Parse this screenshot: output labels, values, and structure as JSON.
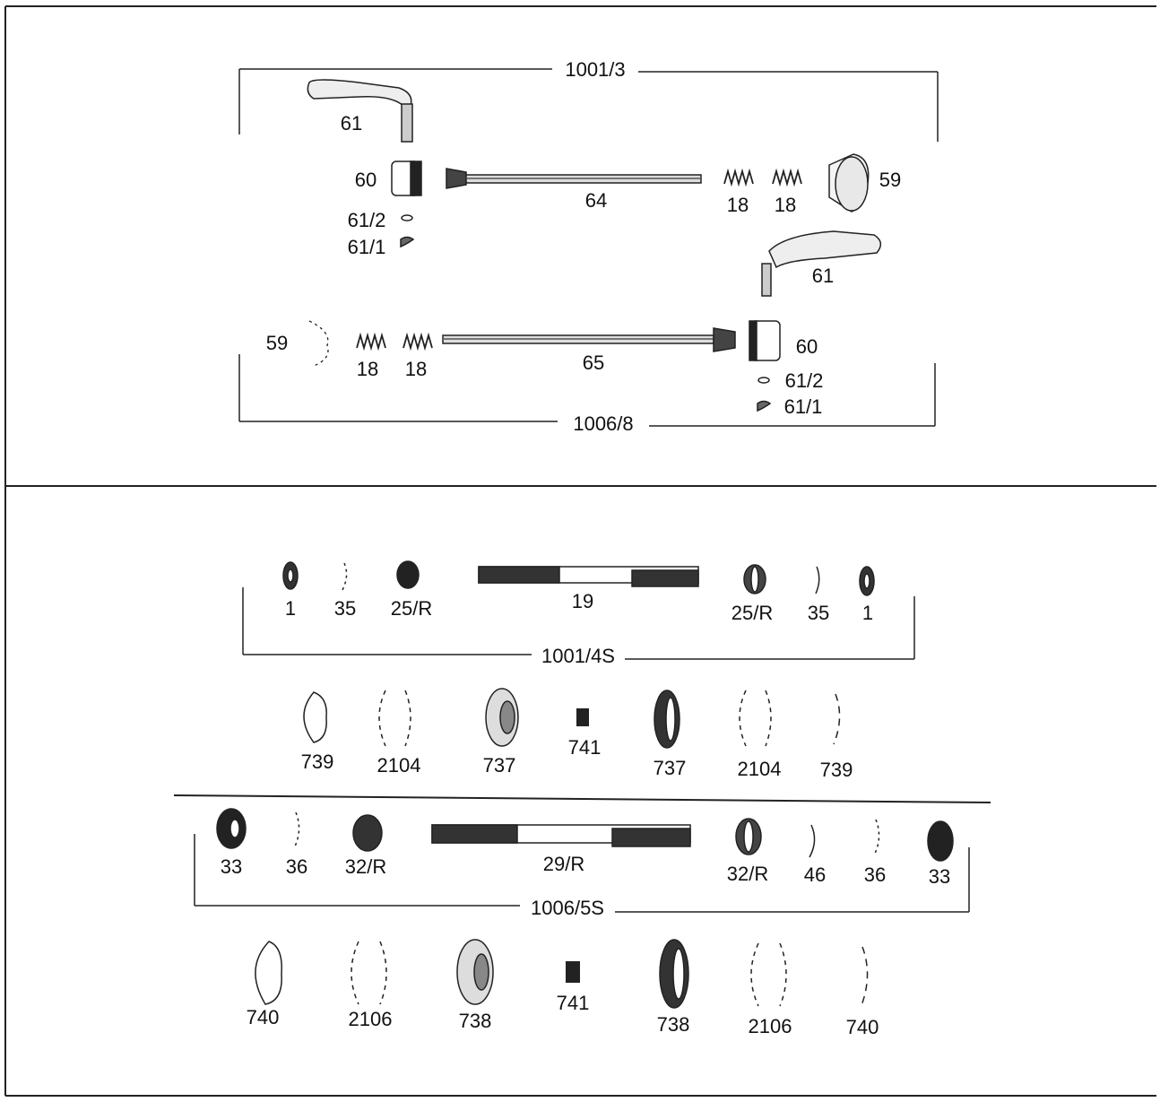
{
  "top_panel": {
    "assembly_upper": "1001/3",
    "assembly_lower": "1006/8",
    "upper_parts": {
      "lever": "61",
      "nut": "60",
      "axle": "64",
      "spring_a": "18",
      "spring_b": "18",
      "cone": "59",
      "washer": "61/2",
      "clip": "61/1"
    },
    "lower_parts": {
      "lever": "61",
      "cone": "59",
      "spring_a": "18",
      "spring_b": "18",
      "axle": "65",
      "nut": "60",
      "washer": "61/2",
      "clip": "61/1"
    }
  },
  "bottom_panel": {
    "assembly_a": "1001/4S",
    "row_a": [
      "1",
      "35",
      "25/R",
      "19",
      "25/R",
      "35",
      "1"
    ],
    "row_b": [
      "739",
      "2104",
      "737",
      "741",
      "737",
      "2104",
      "739"
    ],
    "assembly_c": "1006/5S",
    "row_c": [
      "33",
      "36",
      "32/R",
      "29/R",
      "32/R",
      "46",
      "36",
      "33"
    ],
    "row_d": [
      "740",
      "2106",
      "738",
      "741",
      "738",
      "2106",
      "740"
    ]
  }
}
